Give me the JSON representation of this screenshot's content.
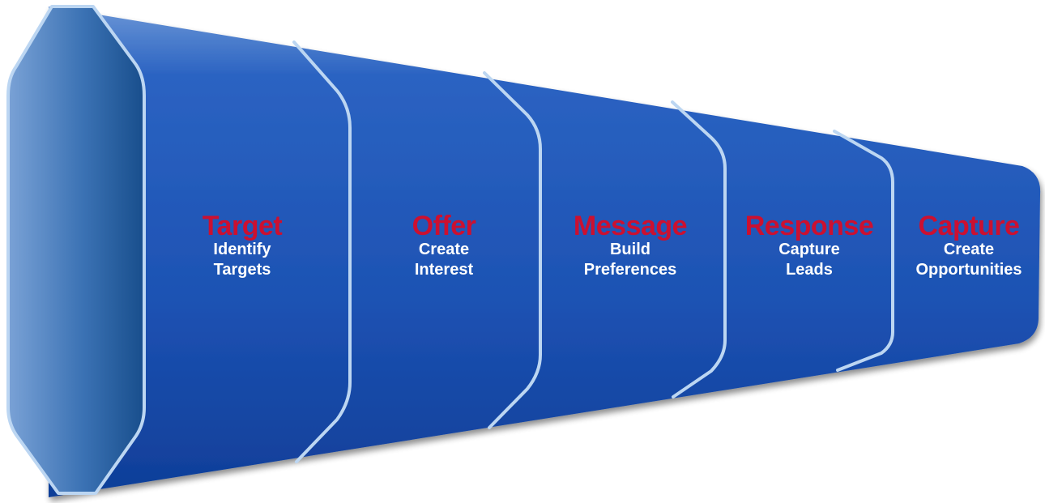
{
  "colors": {
    "funnel_body": "#1f56b8",
    "funnel_top_highlight": "#4f7fc9",
    "funnel_mouth": "#2b5f9a",
    "divider": "#bcd6f2",
    "stage_title": "#cc1030",
    "stage_description": "#ffffff"
  },
  "stages": [
    {
      "title": "Target",
      "line1": "Identify",
      "line2": "Targets"
    },
    {
      "title": "Offer",
      "line1": "Create",
      "line2": "Interest"
    },
    {
      "title": "Message",
      "line1": "Build",
      "line2": "Preferences"
    },
    {
      "title": "Response",
      "line1": "Capture",
      "line2": "Leads"
    },
    {
      "title": "Capture",
      "line1": "Create",
      "line2": "Opportunities"
    }
  ]
}
